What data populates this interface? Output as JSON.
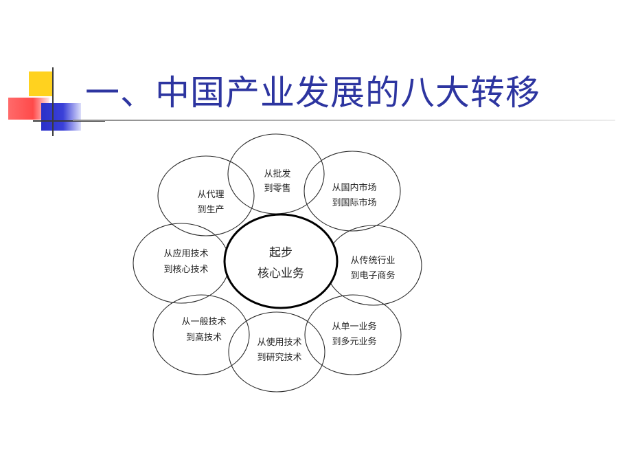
{
  "title": "一、中国产业发展的八大转移",
  "diagram": {
    "center": {
      "line1": "起步",
      "line2": "核心业务"
    },
    "petals": [
      {
        "id": "wholesale-to-retail",
        "line1": "从批发",
        "line2": "到零售"
      },
      {
        "id": "domestic-to-international",
        "line1": "从国内市场",
        "line2": "到国际市场"
      },
      {
        "id": "traditional-to-ecommerce",
        "line1": "从传统行业",
        "line2": "到电子商务"
      },
      {
        "id": "single-to-multi",
        "line1": "从单一业务",
        "line2": "到多元业务"
      },
      {
        "id": "use-to-research",
        "line1": "从使用技术",
        "line2": "到研究技术"
      },
      {
        "id": "general-to-high",
        "line1": "从一般技术",
        "line2": "到高技术"
      },
      {
        "id": "applied-to-core",
        "line1": "从应用技术",
        "line2": "到核心技术"
      },
      {
        "id": "agency-to-production",
        "line1": "从代理",
        "line2": "到生产"
      }
    ]
  }
}
